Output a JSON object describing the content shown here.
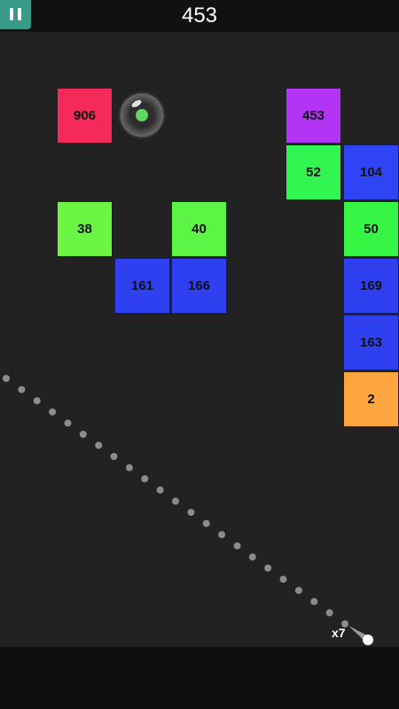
{
  "hud": {
    "score": "453",
    "pause_icon": "pause-icon",
    "accent_color": "#3a9a8a"
  },
  "bricks": [
    {
      "value": "906",
      "color": "#f52a5a"
    },
    {
      "value": "453",
      "color": "#b234f5"
    },
    {
      "value": "52",
      "color": "#32f552"
    },
    {
      "value": "104",
      "color": "#2f45f5"
    },
    {
      "value": "38",
      "color": "#6af545"
    },
    {
      "value": "40",
      "color": "#5cf545"
    },
    {
      "value": "50",
      "color": "#36f545"
    },
    {
      "value": "161",
      "color": "#2f40f0"
    },
    {
      "value": "166",
      "color": "#2f40f0"
    },
    {
      "value": "169",
      "color": "#2f40f0"
    },
    {
      "value": "163",
      "color": "#2f40f0"
    },
    {
      "value": "2",
      "color": "#ffa53f"
    }
  ],
  "powerup": {
    "icon": "extra-ball-bubble-icon",
    "color": "#5ed85e"
  },
  "launcher": {
    "ball_count": "x7"
  }
}
